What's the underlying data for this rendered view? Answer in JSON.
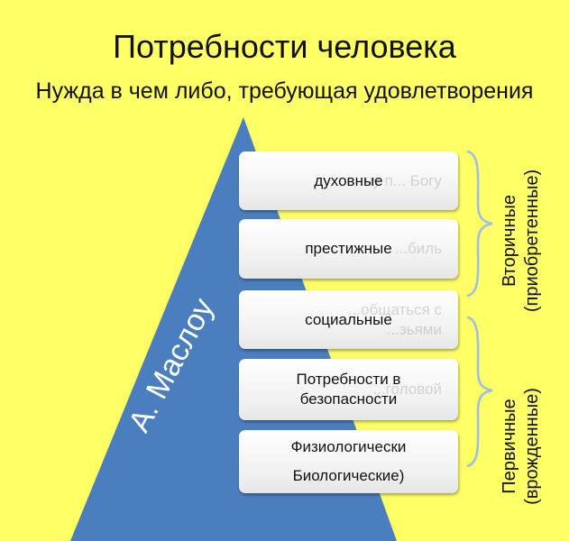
{
  "header": {
    "title": "Потребности человека",
    "subtitle": "Нужда в чем либо, требующая удовлетворения"
  },
  "pyramid": {
    "label": "А. Маслоу",
    "color": "#4A7EBF"
  },
  "levels": [
    {
      "label": "духовные",
      "ghost": "чу п... Богу"
    },
    {
      "label": "престижные",
      "ghost": "...биль"
    },
    {
      "label": "социальные",
      "ghost": "...общаться с\n...зьями"
    },
    {
      "label": "Потребности в\nбезопасности",
      "ghost": "...головой"
    },
    {
      "label": "Физиологически\nБиологические)",
      "ghost": ""
    }
  ],
  "groups": {
    "secondary": {
      "line1": "Вторичные",
      "line2": "(приобретенные)"
    },
    "primary": {
      "line1": "Первичные",
      "line2": "(врожденные)"
    }
  },
  "colors": {
    "background": "#FFFF66",
    "pyramid": "#4A7EBF"
  }
}
